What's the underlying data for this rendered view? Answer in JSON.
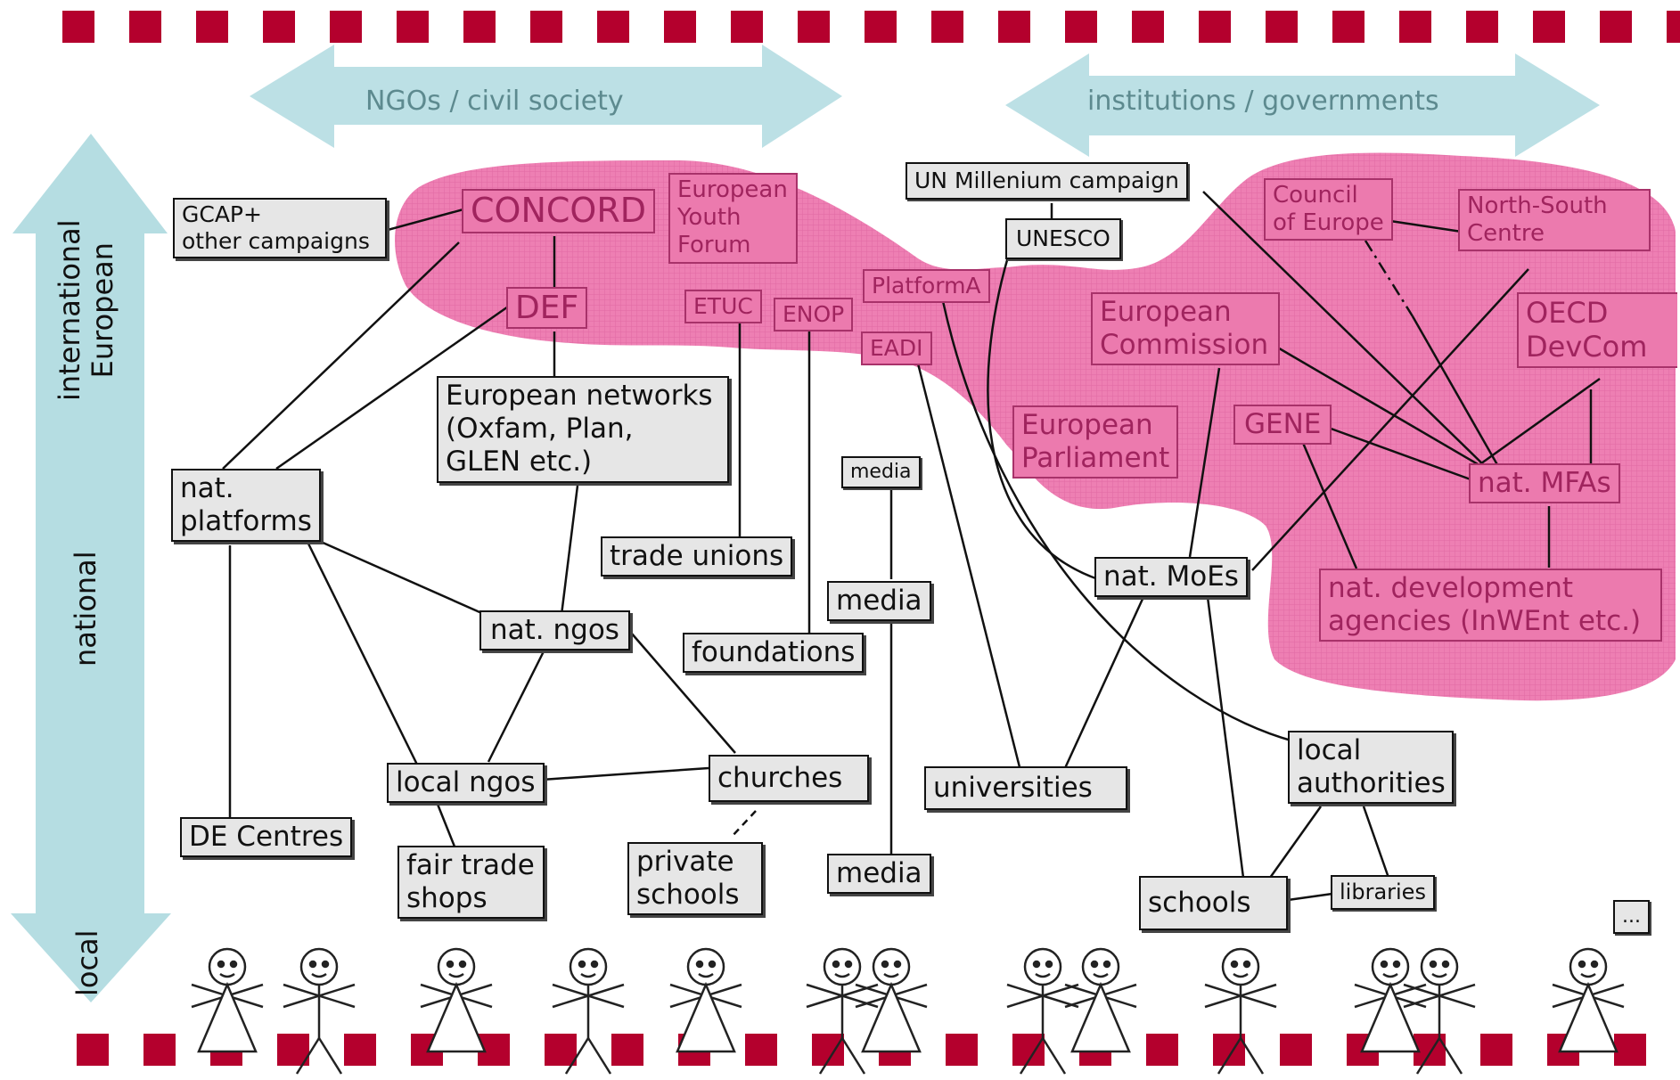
{
  "colors": {
    "stripe": "#b4002d",
    "arrow": "#b5dde2",
    "blob": "#ee7fb3",
    "node_fill": "#e6e6e6",
    "pink_text": "#a0245e"
  },
  "top_arrows": {
    "left": "NGOs / civil society",
    "right": "institutions / governments"
  },
  "vertical_axis": {
    "top": "international\nEuropean",
    "middle": "national",
    "bottom": "local"
  },
  "nodes": {
    "concord": "CONCORD",
    "def": "DEF",
    "eyf": "European\nYouth\nForum",
    "etuc": "ETUC",
    "enop": "ENOP",
    "platforma": "PlatformA",
    "eadi": "EADI",
    "gcap": "GCAP+\nother campaigns",
    "un_campaign": "UN Millenium campaign",
    "unesco": "UNESCO",
    "coe": "Council\nof Europe",
    "nsc": "North-South\nCentre",
    "ec": "European\nCommission",
    "oecd": "OECD\nDevCom",
    "ep": "European\nParliament",
    "gene": "GENE",
    "mfas": "nat. MFAs",
    "agencies": "nat. development\nagencies (InWEnt etc.)",
    "eunets": "European networks\n(Oxfam, Plan,\nGLEN etc.)",
    "natplat": "nat.\nplatforms",
    "media_small": "media",
    "trade_unions": "trade unions",
    "media_mid": "media",
    "foundations": "foundations",
    "moes": "nat. MoEs",
    "natngos": "nat. ngos",
    "localngos": "local ngos",
    "churches": "churches",
    "universities": "universities",
    "local_auth": "local\nauthorities",
    "de_centres": "DE Centres",
    "fairtrade": "fair trade\nshops",
    "private_schools": "private\nschools",
    "media_low": "media",
    "schools": "schools",
    "libraries": "libraries",
    "ellipsis": "..."
  }
}
